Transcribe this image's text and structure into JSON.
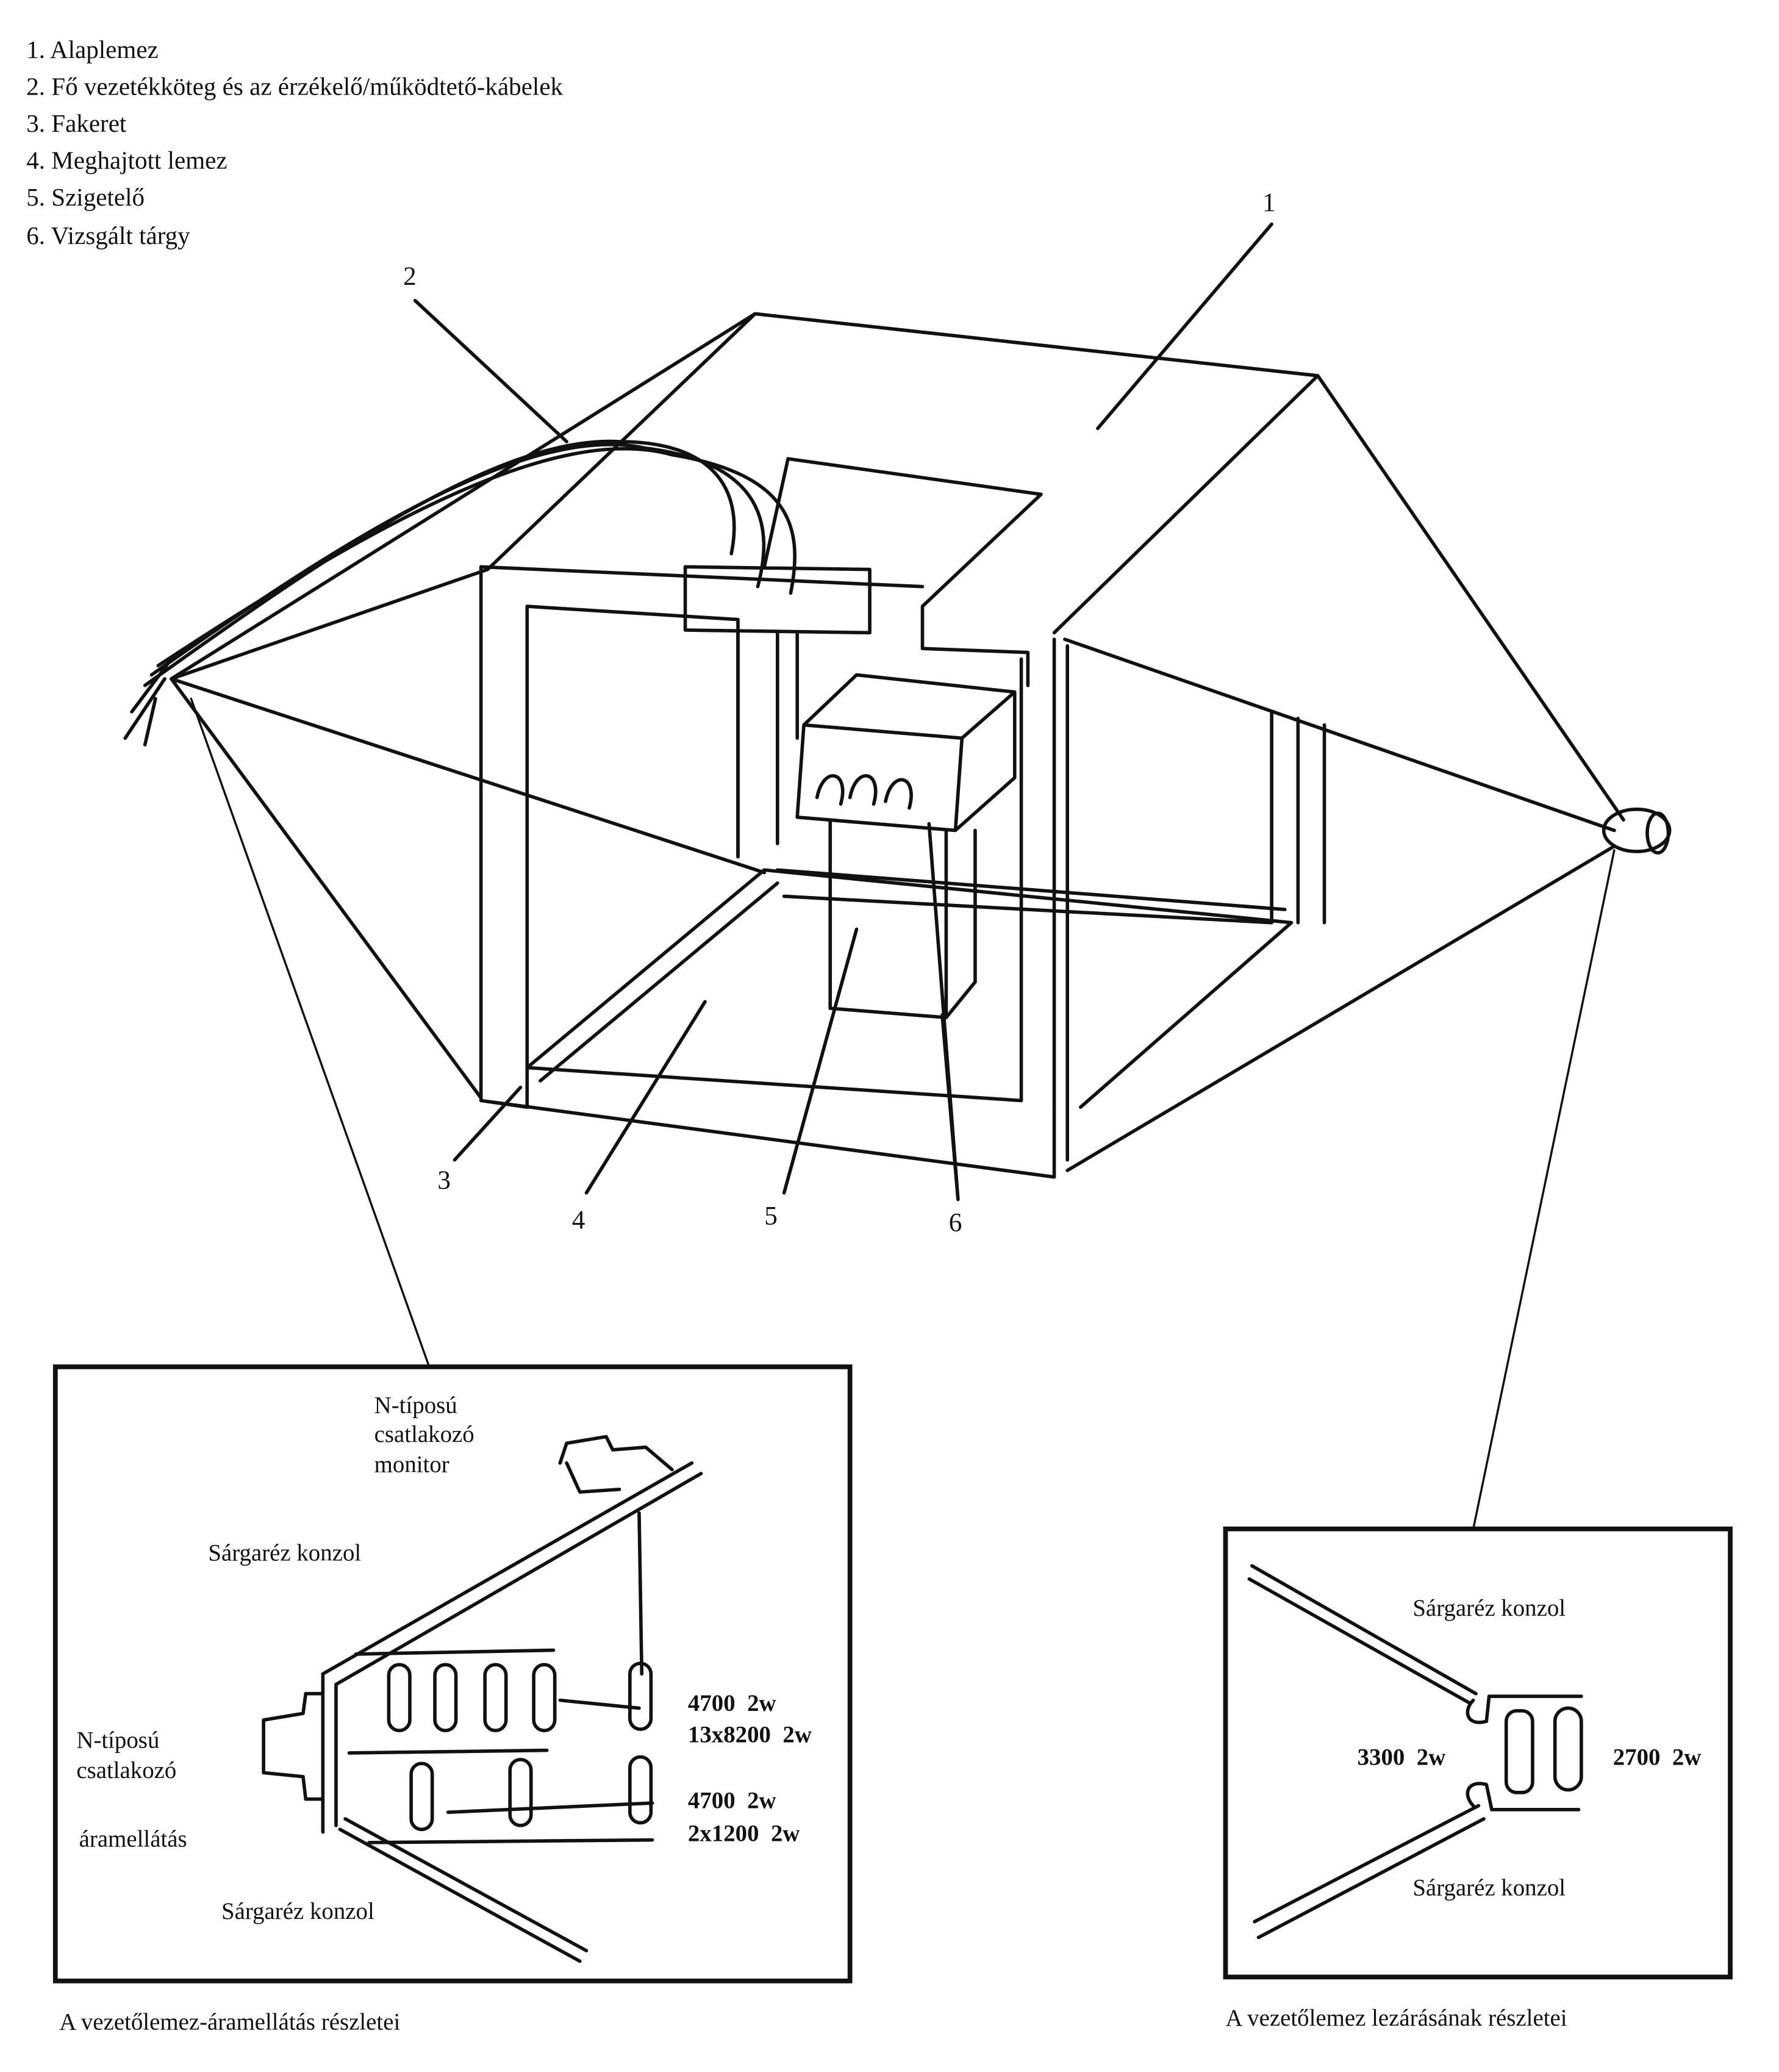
{
  "legend": [
    "1. Alaplemez",
    "2. Fő vezetékköteg és az érzékelő/működtető-kábelek",
    "3. Fakeret",
    "4. Meghajtott lemez",
    "5. Szigetelő",
    "6. Vizsgált tárgy"
  ],
  "callouts": [
    "1",
    "2",
    "3",
    "4",
    "5",
    "6"
  ],
  "left_detail": {
    "connector_monitor": [
      "N-típosú",
      "csatlakozó",
      "monitor"
    ],
    "bracket_top": "Sárgaréz konzol",
    "connector_supply": [
      "N-típosú",
      "csatlakozó"
    ],
    "supply": "áramellátás",
    "bracket_bottom": "Sárgaréz konzol",
    "resistors_1": [
      "4700  2w",
      "13x8200  2w"
    ],
    "resistors_2": [
      "4700  2w",
      "2x1200  2w"
    ],
    "caption": "A vezetőlemez-áramellátás részletei"
  },
  "right_detail": {
    "bracket_top": "Sárgaréz konzol",
    "bracket_bottom": "Sárgaréz konzol",
    "resistor_left": "3300  2w",
    "resistor_right": "2700  2w",
    "caption": "A vezetőlemez lezárásának részletei"
  }
}
